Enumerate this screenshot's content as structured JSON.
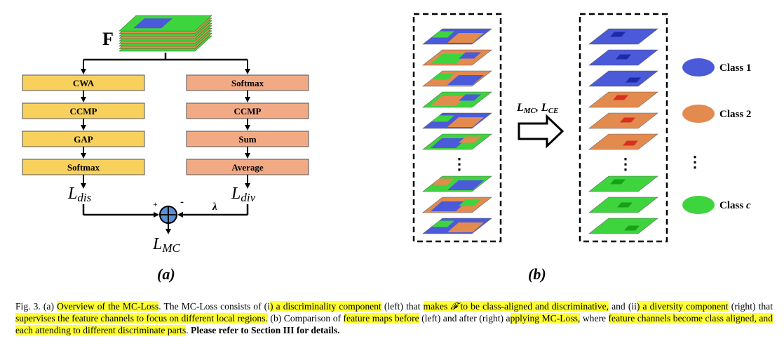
{
  "panel_a": {
    "feature_label": "F",
    "left_boxes": [
      "CWA",
      "CCMP",
      "GAP",
      "Softmax"
    ],
    "right_boxes": [
      "Softmax",
      "CCMP",
      "Sum",
      "Average"
    ],
    "l_dis": "L",
    "l_dis_sub": "dis",
    "l_div": "L",
    "l_div_sub": "div",
    "plus_sign": "+",
    "minus_sign": "-",
    "lambda": "λ",
    "l_mc": "L",
    "l_mc_sub": "MC",
    "panel_label": "(a)"
  },
  "panel_b": {
    "arrow_label": "L",
    "arrow_label_sub1": "MC",
    "arrow_label_sep": ", L",
    "arrow_label_sub2": "CE",
    "legend": [
      {
        "label": "Class 1",
        "color": "#4a5ad8"
      },
      {
        "label": "Class 2",
        "color": "#e38a4f"
      },
      {
        "label": "Class c",
        "color": "#3ed43e"
      }
    ],
    "dots": "⋮",
    "panel_label": "(b)"
  },
  "colors": {
    "yellow_box": "#f8d15d",
    "orange_box": "#f2aa85",
    "blue": "#4a5ad8",
    "orange": "#e38a4f",
    "green": "#3ed43e",
    "dark_blue": "#1e2aa8",
    "red": "#d83020",
    "dark_green": "#18a018",
    "highlight": "#ffff33"
  },
  "caption": {
    "s1": "Fig. 3.   (a) ",
    "s2": "Overview of the MC-Loss",
    "s3": ". The MC-Loss consists of (i",
    "s4": ") a discriminality component",
    "s5": " (left) that ",
    "s6": "makes ",
    "s7": "𝓕",
    "s8": " to be class-aligned and discriminative,",
    "s9": " and (ii",
    "s10": ") a diversity component",
    "s11": " (right) that ",
    "s12": "supervises the feature channels to focus on different local regions.",
    "s13": " (b) Comparison of ",
    "s14": "feature maps before",
    "s15": " (left) and after (right) a",
    "s16": "pplying MC-Loss,",
    "s17": " where ",
    "s18": "feature channels become class aligned, and each attending to different discriminate parts",
    "s19": ". ",
    "s20": "Please refer to Section III for details."
  }
}
